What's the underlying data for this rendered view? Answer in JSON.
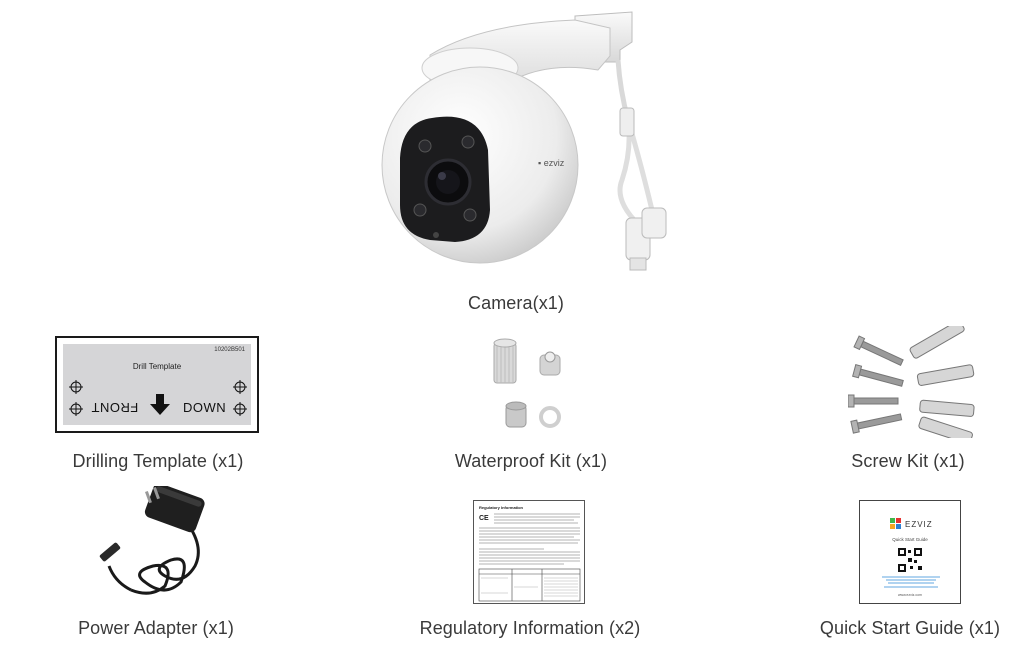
{
  "items": {
    "camera": {
      "caption": "Camera(x1)"
    },
    "drilling_template": {
      "caption": "Drilling Template (x1)",
      "card_code": "10202B501",
      "card_title": "Drill Template",
      "front_label": "FRONT",
      "down_label": "DOWN"
    },
    "waterproof_kit": {
      "caption": "Waterproof Kit (x1)"
    },
    "screw_kit": {
      "caption": "Screw Kit (x1)"
    },
    "power_adapter": {
      "caption": "Power Adapter (x1)"
    },
    "regulatory_information": {
      "caption": "Regulatory Information (x2)",
      "doc_title": "Regulatory Information"
    },
    "quick_start_guide": {
      "caption": "Quick Start Guide (x1)",
      "brand": "EZVIZ",
      "doc_title": "Quick Start Guide",
      "footer": "www.ezviz.com"
    }
  },
  "colors": {
    "camera_body": "#f2f2f2",
    "camera_lens": "#1c1c1e",
    "text": "#3a3a3a",
    "drill_bg": "#d5d5d7",
    "qr_blue": "#2f8ad6",
    "logo_green": "#41b649",
    "logo_red": "#e5312f",
    "logo_orange": "#f5a623",
    "logo_blue": "#2e7fd1"
  }
}
